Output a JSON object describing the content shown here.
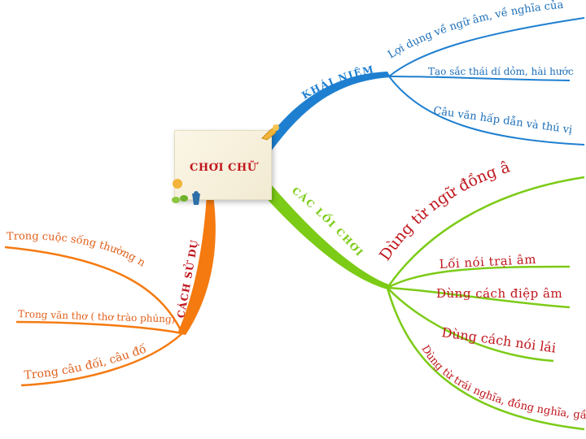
{
  "center": {
    "title": "CHƠI CHỮ"
  },
  "branches": {
    "khai_niem": {
      "label": "KHÁI NIỆM",
      "color": "#1e7fd0",
      "children": [
        "Lợi dụng về ngữ âm, về nghĩa của từ",
        "Tạo sắc thái dí dỏm, hài hước",
        "Câu văn hấp dẫn và thú vị"
      ]
    },
    "cac_loi": {
      "label": "CÁC LỐI CHƠI CHỮ",
      "color": "#7ccb16",
      "children": [
        "Dùng từ ngữ đồng âm",
        "Lối nói trại âm",
        "Dùng cách điệp âm",
        "Dùng cách nói lái",
        "Dùng từ trái nghĩa, đồng nghĩa, gần âm"
      ]
    },
    "cach_su_dung": {
      "label": "CÁCH SỬ DỤNG",
      "color": "#f57a10",
      "children": [
        "Trong cuộc sống thường ngày",
        "Trong văn thơ ( thơ trào phúng)",
        "Trong câu đối, câu đố"
      ]
    }
  }
}
